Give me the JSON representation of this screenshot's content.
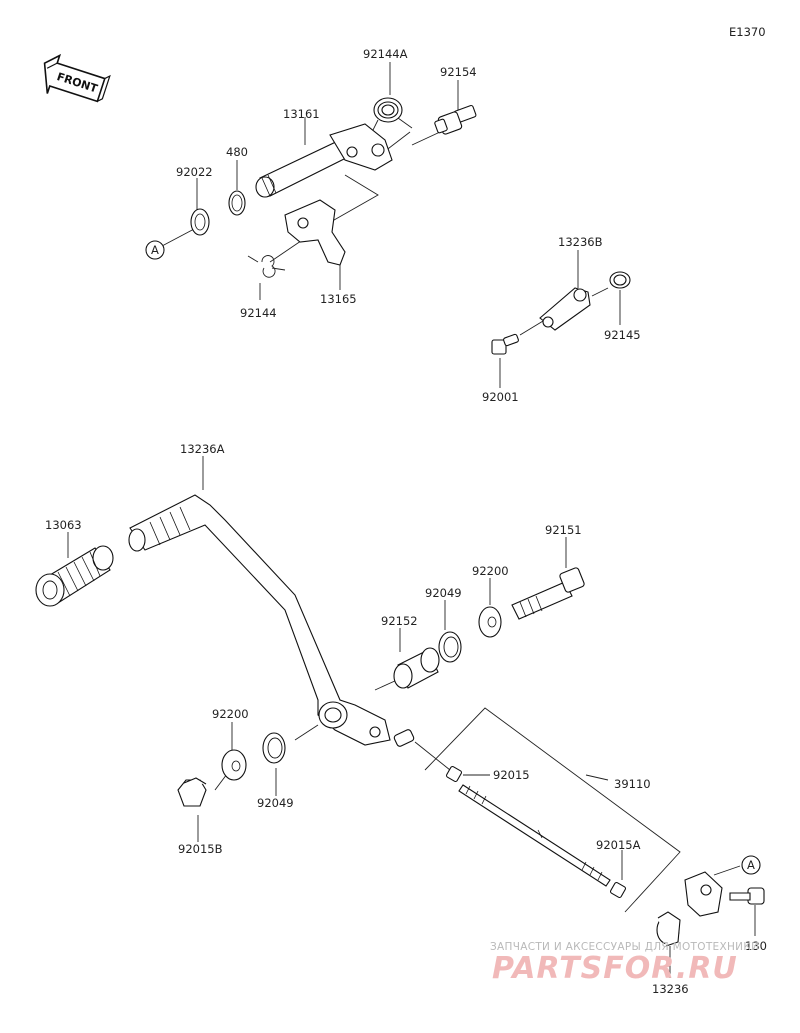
{
  "diagram_code": "E1370",
  "front_label": "FRONT",
  "labels": {
    "p92144A": "92144A",
    "p92154": "92154",
    "p13161": "13161",
    "p480": "480",
    "p92022": "92022",
    "ref_a_top": "A",
    "p92144": "92144",
    "p13165": "13165",
    "p13236B": "13236B",
    "p92145": "92145",
    "p92001": "92001",
    "p13236A": "13236A",
    "p13063": "13063",
    "p92151": "92151",
    "p92200_upper": "92200",
    "p92049_upper": "92049",
    "p92152": "92152",
    "p92200_lower": "92200",
    "p92049_lower": "92049",
    "p92015B": "92015B",
    "p92015": "92015",
    "p39110": "39110",
    "p92015A": "92015A",
    "ref_a_bottom": "A",
    "p130": "130",
    "p13236": "13236"
  },
  "watermark": {
    "line1": "ЗАПЧАСТИ И АКСЕССУАРЫ ДЛЯ МОТОТЕХНИКИ",
    "line2": "PARTSFOR.RU"
  }
}
